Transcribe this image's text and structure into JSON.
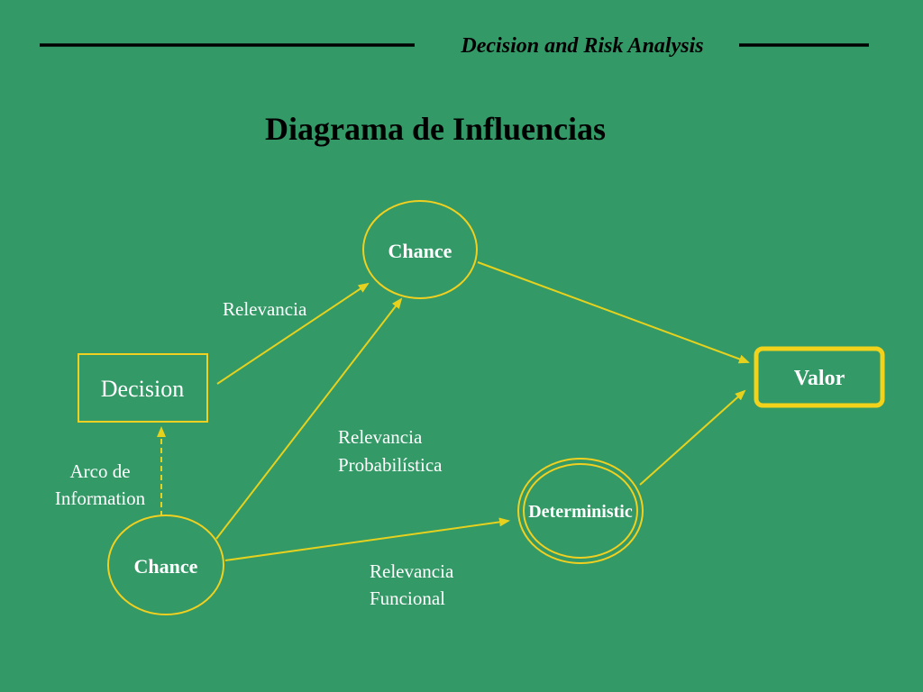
{
  "header": {
    "course_title": "Decision and Risk Analysis"
  },
  "slide": {
    "title": "Diagrama de Influencias"
  },
  "nodes": {
    "chance_top": "Chance",
    "decision": "Decision",
    "valor": "Valor",
    "deterministic": "Deterministic",
    "chance_bottom": "Chance"
  },
  "edge_labels": {
    "relevancia": "Relevancia",
    "relevancia_probabilistica_1": "Relevancia",
    "relevancia_probabilistica_2": "Probabilística",
    "arco_information_1": "Arco de",
    "arco_information_2": "Information",
    "relevancia_funcional_1": "Relevancia",
    "relevancia_funcional_2": "Funcional"
  },
  "colors": {
    "background": "#339966",
    "edge": "#e6d21e",
    "node_stroke": "#f0d020",
    "value_node": "#f2d21a",
    "text": "#ffffff",
    "header_rule": "#000000"
  }
}
